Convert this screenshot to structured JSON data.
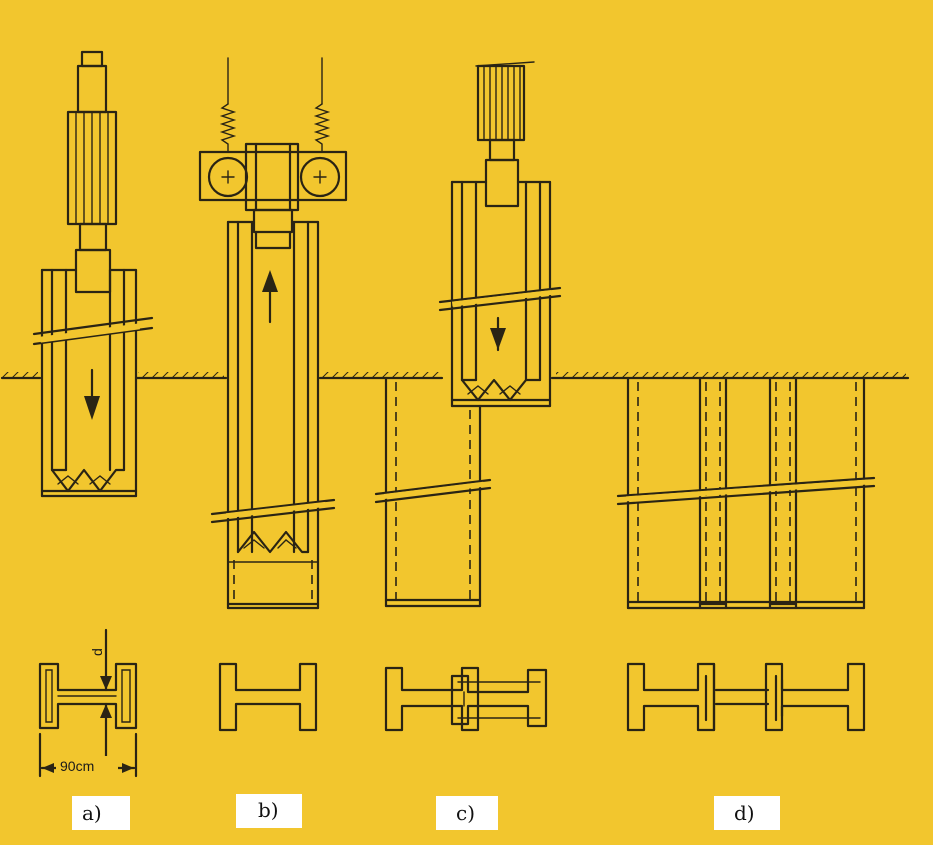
{
  "dimension": {
    "width_label": "90cm",
    "thickness_label": "d"
  },
  "panels": [
    {
      "id": "a",
      "label": "a)"
    },
    {
      "id": "b",
      "label": "b)"
    },
    {
      "id": "c",
      "label": "c)"
    },
    {
      "id": "d",
      "label": "d)"
    }
  ],
  "colors": {
    "background": "#f2c62e",
    "line": "#2a2414",
    "label_box": "#ffffff"
  }
}
